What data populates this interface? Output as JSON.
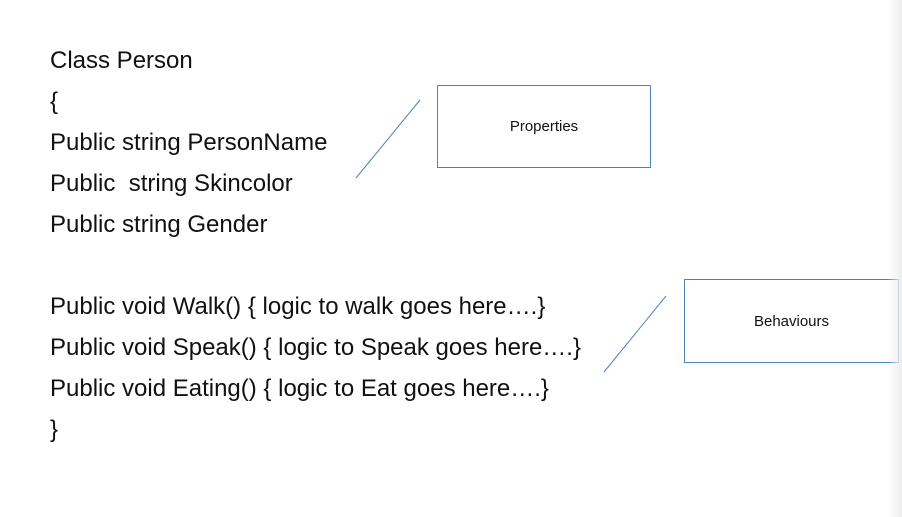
{
  "code": {
    "lines": [
      "Class Person",
      "{",
      "Public string PersonName",
      "Public  string Skincolor",
      "Public string Gender",
      "",
      "Public void Walk() { logic to walk goes here….}",
      "Public void Speak() { logic to Speak goes here….}",
      "Public void Eating() { logic to Eat goes here….}",
      "}"
    ]
  },
  "callouts": {
    "properties_label": "Properties",
    "behaviours_label": "Behaviours"
  },
  "colors": {
    "connector": "#4f81bd",
    "box_border": "#4f81bd",
    "text": "#111111"
  }
}
